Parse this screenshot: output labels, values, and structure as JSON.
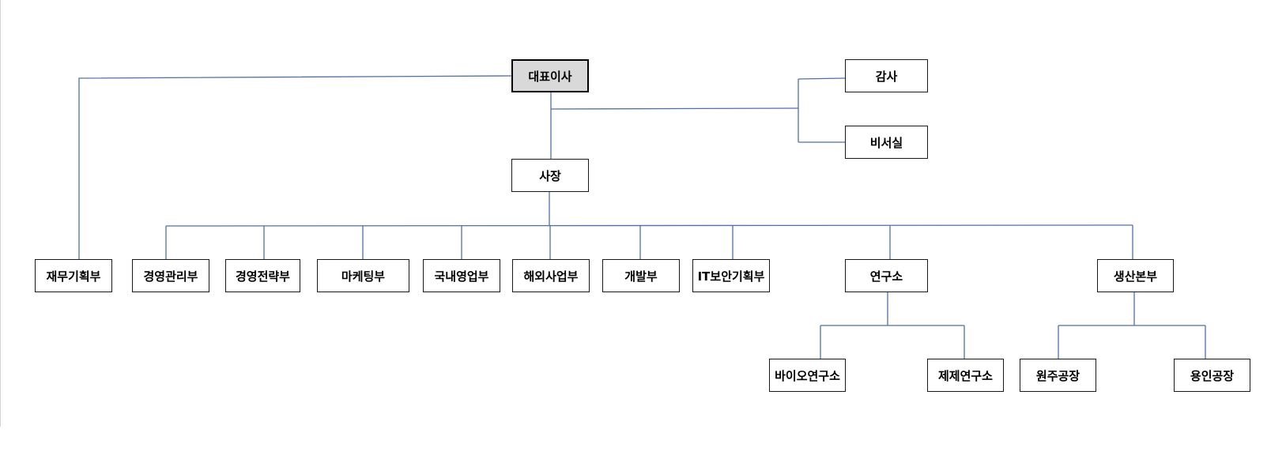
{
  "colors": {
    "connector": "#4f6fa8",
    "box_border": "#1a1a1a",
    "ceo_fill": "#d9d9d9"
  },
  "org": {
    "ceo": "대표이사",
    "audit": "감사",
    "secretariat": "비서실",
    "president": "사장",
    "finance_planning": "재무기획부",
    "mgmt_admin": "경영관리부",
    "mgmt_strategy": "경영전략부",
    "marketing": "마케팅부",
    "domestic_sales": "국내영업부",
    "overseas_business": "해외사업부",
    "development": "개발부",
    "it_security": "IT보안기획부",
    "research_institute": "연구소",
    "production_hq": "생산본부",
    "bio_research": "바이오연구소",
    "formulation_research": "제제연구소",
    "wonju_plant": "원주공장",
    "yongin_plant": "용인공장"
  }
}
